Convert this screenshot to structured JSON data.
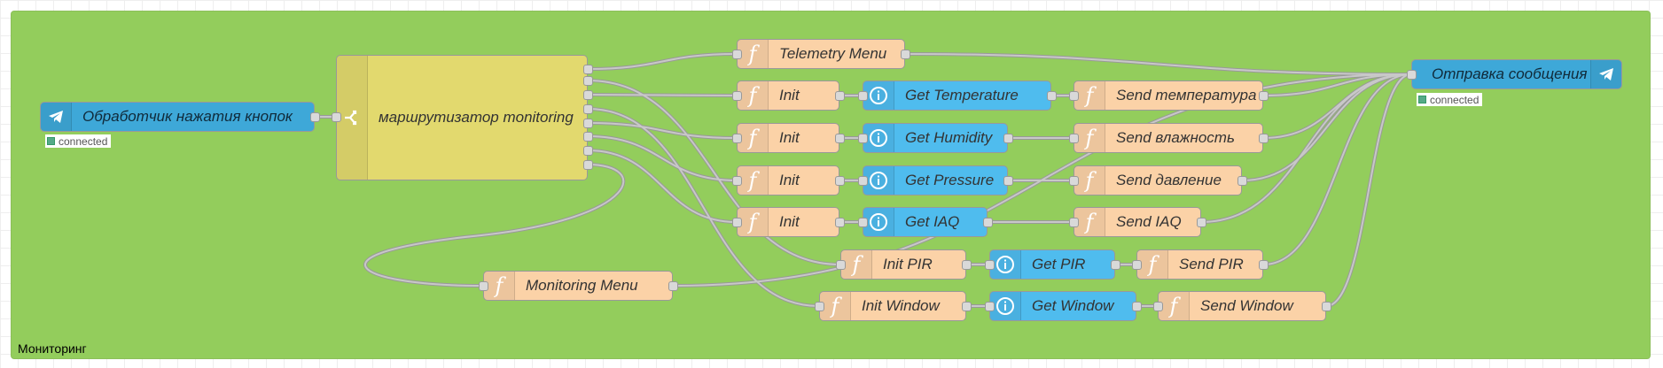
{
  "group": {
    "label": "Мониторинг"
  },
  "nodes": {
    "button_handler": {
      "label": "Обработчик нажатия кнопок",
      "status": "connected"
    },
    "router": {
      "label": "маршрутизатор monitoring"
    },
    "telemetry_menu": {
      "label": "Telemetry Menu"
    },
    "init_temp": {
      "label": "Init"
    },
    "init_hum": {
      "label": "Init"
    },
    "init_pres": {
      "label": "Init"
    },
    "init_iaq": {
      "label": "Init"
    },
    "get_temp": {
      "label": "Get Temperature"
    },
    "get_hum": {
      "label": "Get Humidity"
    },
    "get_pres": {
      "label": "Get Pressure"
    },
    "get_iaq": {
      "label": "Get IAQ"
    },
    "send_temp": {
      "label": "Send температура"
    },
    "send_hum": {
      "label": "Send влажность"
    },
    "send_pres": {
      "label": "Send давление"
    },
    "send_iaq": {
      "label": "Send IAQ"
    },
    "init_pir": {
      "label": "Init PIR"
    },
    "get_pir": {
      "label": "Get PIR"
    },
    "send_pir": {
      "label": "Send PIR"
    },
    "init_window": {
      "label": "Init Window"
    },
    "get_window": {
      "label": "Get Window"
    },
    "send_window": {
      "label": "Send Window"
    },
    "monitoring_menu": {
      "label": "Monitoring Menu"
    },
    "send_message": {
      "label": "Отправка сообщения",
      "status": "connected"
    }
  },
  "colors": {
    "group_bg": "#93cd5c",
    "function_node": "#fbd2a7",
    "info_node": "#4fbcee",
    "telegram_node": "#3ea8d8",
    "switch_node": "#e2d96e",
    "wire": "#999999"
  },
  "icons": {
    "function": "function-icon",
    "info": "info-icon",
    "telegram": "telegram-icon",
    "switch": "switch-icon"
  }
}
